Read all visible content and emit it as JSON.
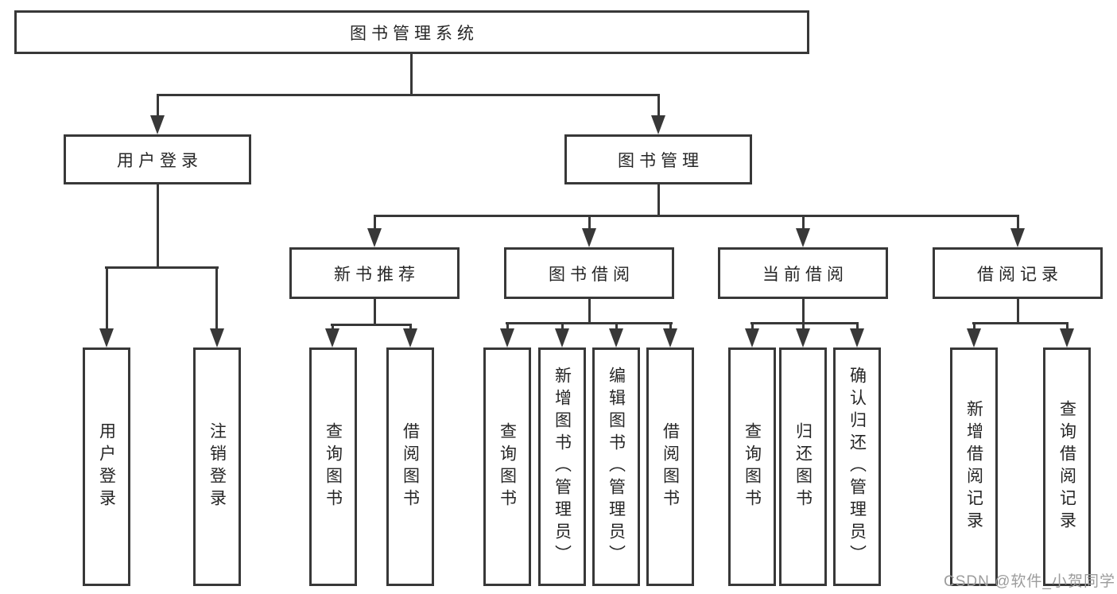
{
  "tree": {
    "root": "图书管理系统",
    "level2": [
      "用户登录",
      "图书管理"
    ],
    "level3": [
      "新书推荐",
      "图书借阅",
      "当前借阅",
      "借阅记录"
    ],
    "leaves": {
      "user_login": [
        "用户登录",
        "注销登录"
      ],
      "new_book_rec": [
        "查询图书",
        "借阅图书"
      ],
      "book_borrow": [
        "查询图书",
        "新增图书（管理员）",
        "编辑图书（管理员）",
        "借阅图书"
      ],
      "current_borrow": [
        "查询图书",
        "归还图书",
        "确认归还（管理员）"
      ],
      "borrow_records": [
        "新增借阅记录",
        "查询借阅记录"
      ]
    }
  },
  "watermark": "CSDN @软件_小贺同学",
  "colors": {
    "line": "#383838",
    "text": "#262626",
    "box_bg": "#ffffff",
    "bg": "#ffffff",
    "watermark": "#9c9c9c"
  }
}
